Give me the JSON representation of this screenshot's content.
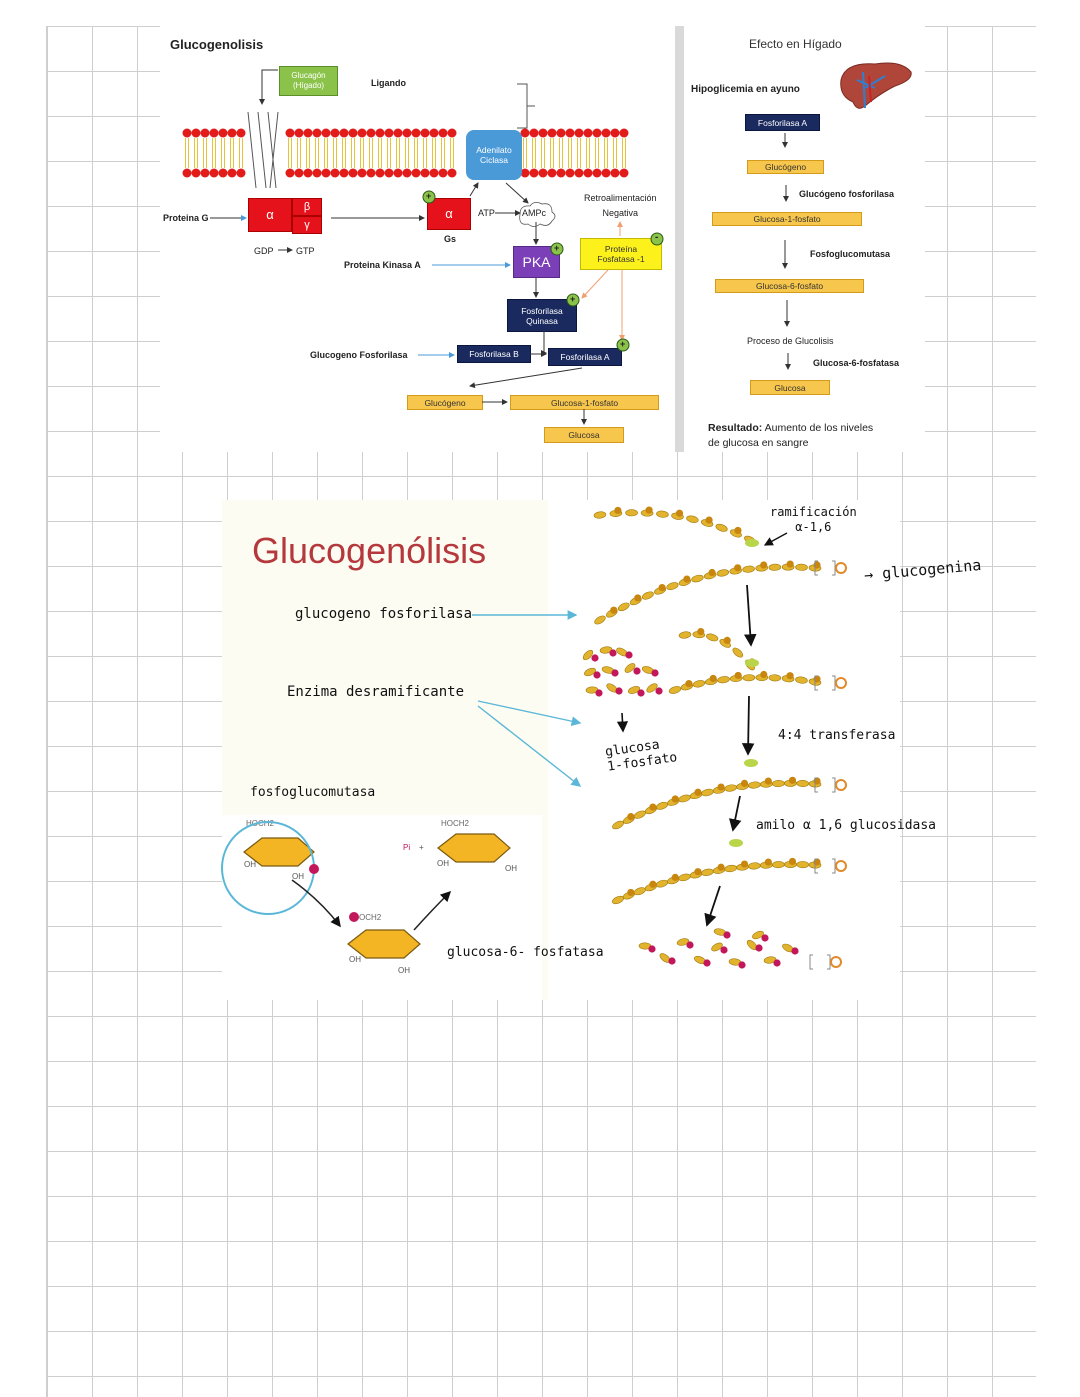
{
  "glycogenolysis_signal": {
    "title": "Glucogenolisis",
    "glucagon_label": "Glucagón\n(Hígado)",
    "ligand_label": "Ligando",
    "adenylate_cyclase": "Adenilato\nCiclasa",
    "g_protein_label": "Proteina G",
    "alpha": "α",
    "beta": "β",
    "gamma": "γ",
    "gdp": "GDP",
    "gtp": "GTP",
    "gs": "Gs",
    "atp": "ATP",
    "ampc": "AMPc",
    "feedback": "Retroalimentación\nNegativa",
    "phosphatase": "Proteína\nFosfatasa -1",
    "pka_label": "Proteina Kinasa A",
    "pka": "PKA",
    "phosphorylase_kinase": "Fosforilasa\nQuinasa",
    "glycogen_phosphorylase_label": "Glucogeno Fosforilasa",
    "phosphorylase_b": "Fosforilasa B",
    "phosphorylase_a": "Fosforilasa A",
    "glycogen": "Glucógeno",
    "glucose_1p": "Glucosa-1-fosfato",
    "glucose": "Glucosa",
    "plus": "+",
    "minus": "-"
  },
  "liver_effect": {
    "title": "Efecto en Hígado",
    "condition": "Hipoglicemia en ayuno",
    "phosphorylase_a": "Fosforilasa A",
    "glycogen": "Glucógeno",
    "glycogen_phosphorylase": "Glucógeno fosforilasa",
    "glucose_1p": "Glucosa-1-fosfato",
    "phosphoglucomutase": "Fosfoglucomutasa",
    "glucose_6p": "Glucosa-6-fosfato",
    "glycolysis_process": "Proceso de Glucolisis",
    "glucose_6_phosphatase": "Glucosa-6-fosfatasa",
    "glucose": "Glucosa",
    "result_label": "Resultado:",
    "result_text": "Aumento de los niveles\nde glucosa en sangre"
  },
  "glycogenolysis_mechanism": {
    "title": "Glucogenólisis",
    "glycogen_phosphorylase": "glucogeno fosforilasa",
    "debranching_enzyme": "Enzima desramificante",
    "phosphoglucomutase": "fosfoglucomutasa",
    "glucose_6_phosphatase": "glucosa-6- fosfatasa",
    "branch_label": "ramificación\nα-1,6",
    "glycogenin": "→ glucogenina",
    "glucose_1p": "glucosa\n1-fosfato",
    "transferase": "4:4 transferasa",
    "glucosidase": "amilo α 1,6 glucosidasa",
    "hoch2_a": "HOCH2",
    "hoch2_b": "HOCH2",
    "poch2": "OCH2",
    "pi": "Pi",
    "plus": "+",
    "oh": "OH"
  },
  "colors": {
    "navy": "#1a2a5e",
    "yellow": "#f7c64c",
    "red": "#e6121b",
    "purple": "#7b3fb7",
    "green": "#8bc34a",
    "blue": "#4a9ad8",
    "title_red": "#b5383d",
    "glucose_unit": "#e2b32c",
    "phosphate": "#c2185b"
  }
}
